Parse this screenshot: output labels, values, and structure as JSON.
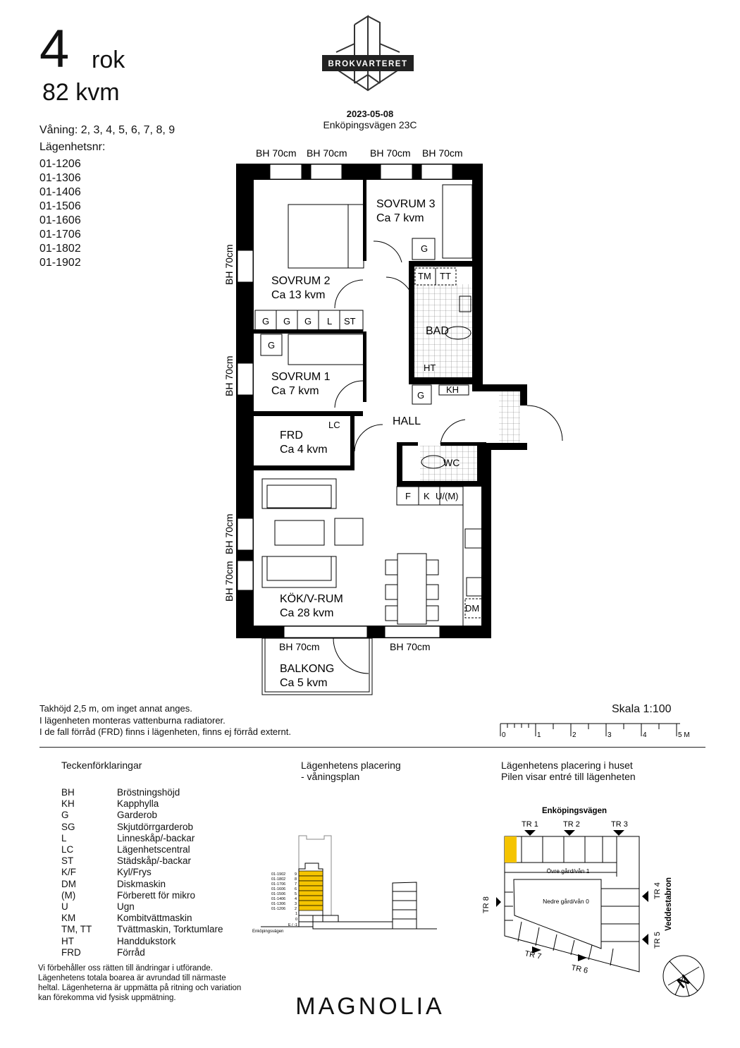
{
  "header": {
    "rooms_count": "4",
    "rooms_unit": "rok",
    "area": "82 kvm",
    "floors": "Våning: 2, 3, 4, 5, 6, 7, 8, 9",
    "apartment_label": "Lägenhetsnr:",
    "apartments": [
      "01-1206",
      "01-1306",
      "01-1406",
      "01-1506",
      "01-1606",
      "01-1706",
      "01-1802",
      "01-1902"
    ],
    "logo_text": "BROKVARTERET",
    "date": "2023-05-08",
    "address": "Enköpingsvägen 23C"
  },
  "plan": {
    "window_label": "BH 70cm",
    "rooms": [
      {
        "name": "SOVRUM 2",
        "area": "Ca 13 kvm"
      },
      {
        "name": "SOVRUM 3",
        "area": "Ca 7 kvm"
      },
      {
        "name": "SOVRUM 1",
        "area": "Ca 7 kvm"
      },
      {
        "name": "FRD",
        "area": "Ca 4 kvm"
      },
      {
        "name": "KÖK/V-RUM",
        "area": "Ca 28 kvm"
      },
      {
        "name": "BALKONG",
        "area": "Ca 5 kvm"
      }
    ],
    "labels": {
      "hall": "HALL",
      "bad": "BAD",
      "wc": "WC",
      "lc": "LC",
      "kh": "KH",
      "ht": "HT",
      "tm": "TM",
      "tt": "TT",
      "dm": "DM",
      "g": "G",
      "l": "L",
      "st": "ST",
      "f": "F",
      "k": "K",
      "um": "U/(M)"
    }
  },
  "notes": [
    "Takhöjd 2,5 m, om inget annat anges.",
    "I lägenheten monteras vattenburna radiatorer.",
    "I de fall förråd (FRD) finns i lägenheten, finns ej förråd externt."
  ],
  "scale": {
    "title": "Skala 1:100",
    "ticks": [
      "0",
      "1",
      "2",
      "3",
      "4",
      "5 M"
    ]
  },
  "legend": {
    "title": "Teckenförklaringar",
    "items": [
      {
        "k": "BH",
        "v": "Bröstningshöjd"
      },
      {
        "k": "KH",
        "v": "Kapphylla"
      },
      {
        "k": "G",
        "v": "Garderob"
      },
      {
        "k": "SG",
        "v": "Skjutdörrgarderob"
      },
      {
        "k": "L",
        "v": "Linneskåp/-backar"
      },
      {
        "k": "LC",
        "v": "Lägenhetscentral"
      },
      {
        "k": "ST",
        "v": "Städskåp/-backar"
      },
      {
        "k": "K/F",
        "v": "Kyl/Frys"
      },
      {
        "k": "DM",
        "v": "Diskmaskin"
      },
      {
        "k": "(M)",
        "v": "Förberett för mikro"
      },
      {
        "k": "U",
        "v": "Ugn"
      },
      {
        "k": "KM",
        "v": "Kombitvättmaskin"
      },
      {
        "k": "TM, TT",
        "v": "Tvättmaskin, Torktumlare"
      },
      {
        "k": "HT",
        "v": "Handdukstork"
      },
      {
        "k": "FRD",
        "v": "Förråd"
      }
    ]
  },
  "placement_floor": {
    "title": "Lägenhetens placering",
    "subtitle": "- våningsplan",
    "floors": [
      {
        "apt": "01-1902",
        "floor": "9"
      },
      {
        "apt": "01-1802",
        "floor": "8"
      },
      {
        "apt": "01-1706",
        "floor": "7"
      },
      {
        "apt": "01-1606",
        "floor": "6"
      },
      {
        "apt": "01-1506",
        "floor": "5"
      },
      {
        "apt": "01-1406",
        "floor": "4"
      },
      {
        "apt": "01-1306",
        "floor": "3"
      },
      {
        "apt": "01-1206",
        "floor": "2"
      }
    ],
    "lower_floors": [
      "1",
      "0",
      "E / -1"
    ],
    "street": "Enköpingsvägen",
    "highlight_color": "#F5C400"
  },
  "placement_house": {
    "title": "Lägenhetens placering i huset",
    "subtitle": "Pilen visar entré till lägenheten",
    "street_top": "Enköpingsvägen",
    "street_right": "Veddestabron",
    "stairs": [
      "TR 1",
      "TR 2",
      "TR 3",
      "TR 4",
      "TR 5",
      "TR 6",
      "TR 7",
      "TR 8"
    ],
    "upper_yard": "Övre gård/vån 1",
    "lower_yard": "Nedre gård/vån 0",
    "compass": "N",
    "highlight_color": "#F5C400"
  },
  "disclaimer": "Vi förbehåller oss rätten till ändringar i utförande. Lägenhetens totala boarea är avrundad till närmaste heltal. Lägenheterna är uppmätta på ritning och variation kan förekomma vid fysisk uppmätning.",
  "footer_logo": "MAGNOLIA"
}
